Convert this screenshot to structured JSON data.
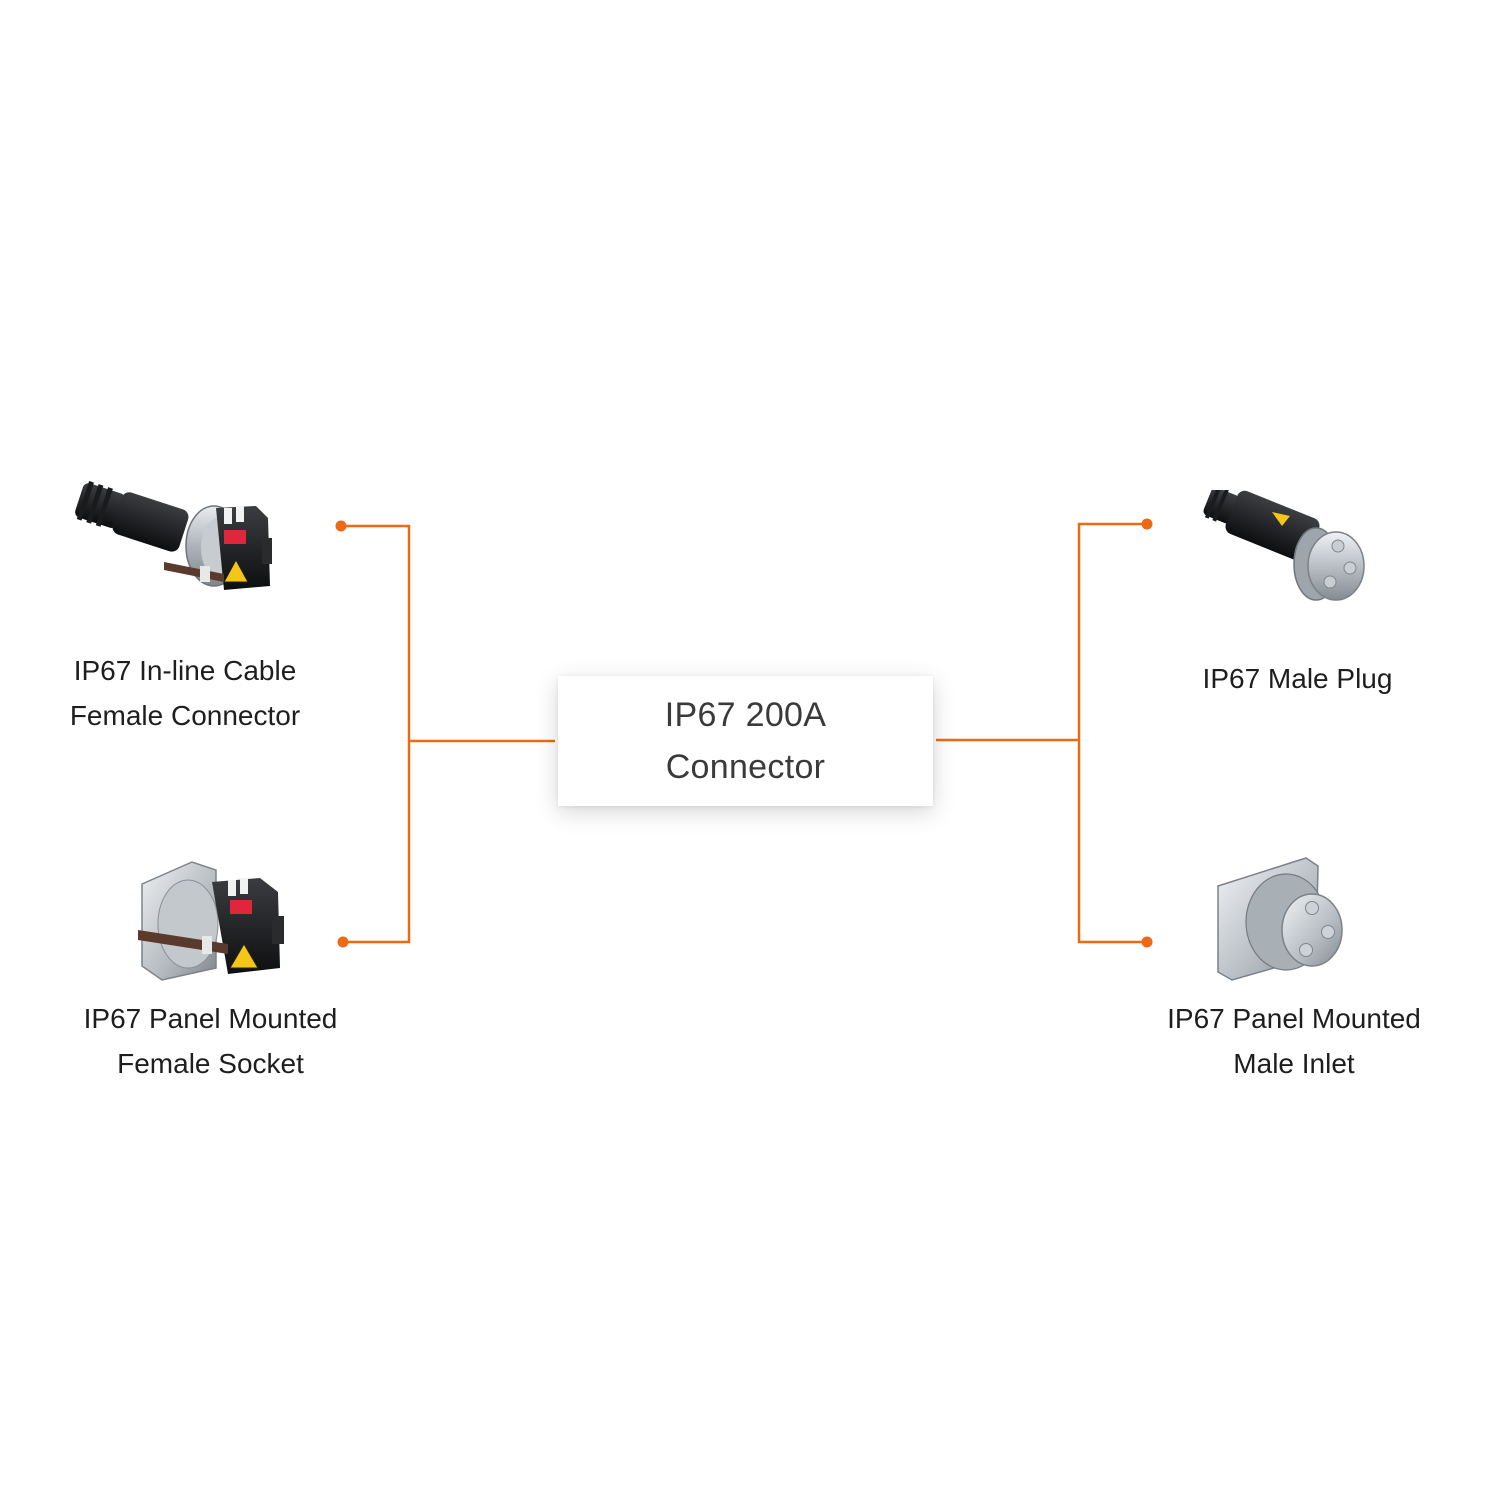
{
  "center": {
    "line1": "IP67 200A",
    "line2": "Connector"
  },
  "products": {
    "inline_female": {
      "line1": "IP67 In-line Cable",
      "line2": "Female Connector",
      "icon": "cable-female-connector-icon"
    },
    "panel_female": {
      "line1": "IP67 Panel Mounted",
      "line2": "Female Socket",
      "icon": "panel-female-socket-icon"
    },
    "male_plug": {
      "line1": "IP67 Male Plug",
      "icon": "male-plug-icon"
    },
    "panel_male": {
      "line1": "IP67 Panel Mounted",
      "line2": "Male Inlet",
      "icon": "panel-male-inlet-icon"
    }
  },
  "colors": {
    "connector_line": "#ec6a14",
    "background": "#ffffff",
    "warning": "#f5c518",
    "label_red": "#e0263a"
  }
}
